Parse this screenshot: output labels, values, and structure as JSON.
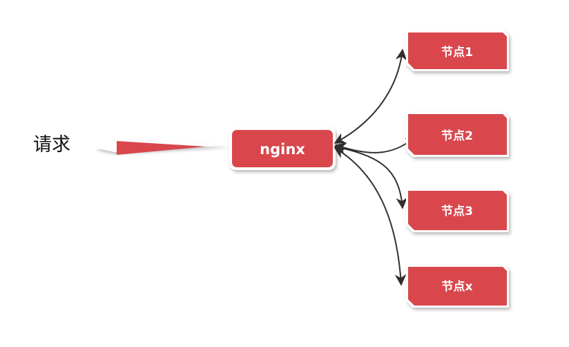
{
  "request": {
    "label": "请求"
  },
  "center": {
    "label": "nginx"
  },
  "nodes": [
    {
      "label": "节点1"
    },
    {
      "label": "节点2"
    },
    {
      "label": "节点3"
    },
    {
      "label": "节点x"
    }
  ],
  "colors": {
    "box_fill": "#d9474d",
    "box_stroke": "#ffffff",
    "arrow": "#2f2f2f",
    "text": "#ffffff"
  }
}
